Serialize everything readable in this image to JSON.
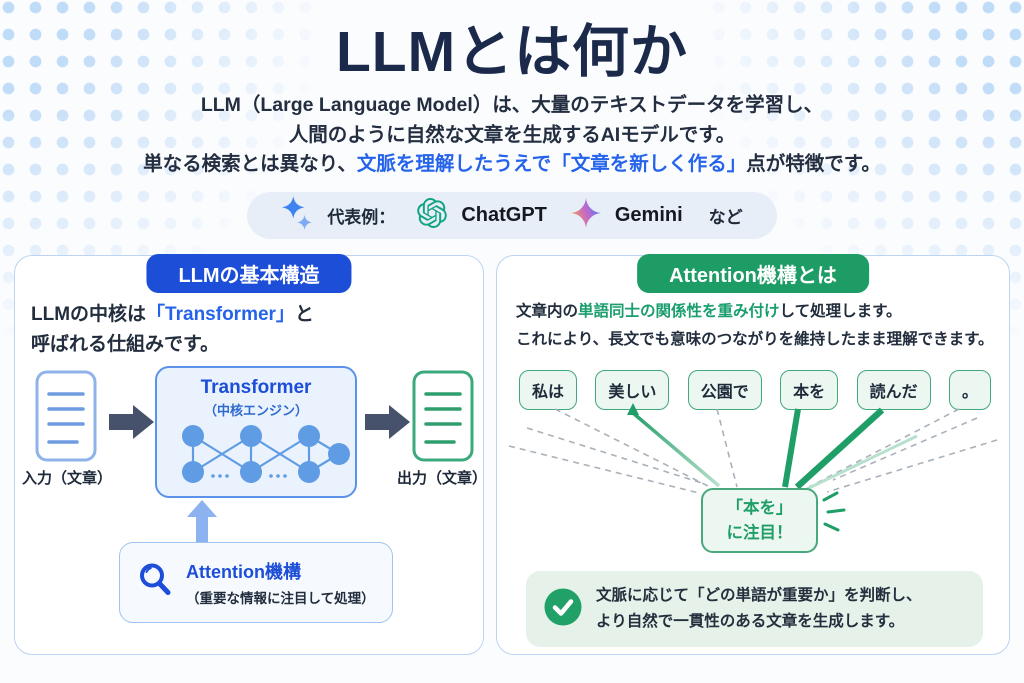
{
  "header": {
    "title": "LLMとは何か",
    "subtitle_line1": "LLM（Large Language Model）は、大量のテキストデータを学習し、",
    "subtitle_line2": "人間のように自然な文章を生成するAIモデルです。",
    "subtitle_line3": {
      "prefix": "単なる検索とは異なり、",
      "highlight": "文脈を理解したうえで「文章を新しく作る」",
      "suffix": "点が特徴です。"
    }
  },
  "examples_badge": {
    "label": "代表例：",
    "chatgpt_name": "ChatGPT",
    "gemini_name": "Gemini",
    "suffix": "など",
    "icons": [
      "sparkle-icon",
      "openai-logo",
      "gemini-logo"
    ]
  },
  "left_panel": {
    "header": "LLMの基本構造",
    "description": {
      "prefix": "LLMの中核は",
      "highlight": "「Transformer」",
      "suffix": "と",
      "line2": "呼ばれる仕組みです。"
    },
    "input_label": "入力（文章）",
    "output_label": "出力（文章）",
    "transformer": {
      "title": "Transformer",
      "subtitle": "（中核エンジン）"
    },
    "attention": {
      "title": "Attention機構",
      "subtitle": "（重要な情報に注目して処理）"
    }
  },
  "right_panel": {
    "header": "Attention機構とは",
    "description": {
      "line1_prefix": "文章内の",
      "line1_highlight": "単語同士の関係性を重み付け",
      "line1_suffix": "して処理します。",
      "line2": "これにより、長文でも意味のつながりを維持したまま理解できます。"
    },
    "tokens": [
      "私は",
      "美しい",
      "公園で",
      "本を",
      "読んだ",
      "。"
    ],
    "focus": {
      "line1": "「本を」",
      "line2": "に注目！"
    },
    "note": {
      "line1": "文脈に応じて「どの単語が重要か」を判断し、",
      "line2": "より自然で一貫性のある文章を生成します。"
    }
  },
  "colors": {
    "title_navy": "#1b2a4a",
    "accent_blue": "#2563eb",
    "pill_blue": "#1d4ed8",
    "accent_green": "#1a9e6d",
    "pill_green": "#1e9c66",
    "panel_border": "#bcd4f2",
    "token_border": "#40a87c",
    "openai_green": "#10a37f",
    "note_bg": "#e6f1ea"
  }
}
